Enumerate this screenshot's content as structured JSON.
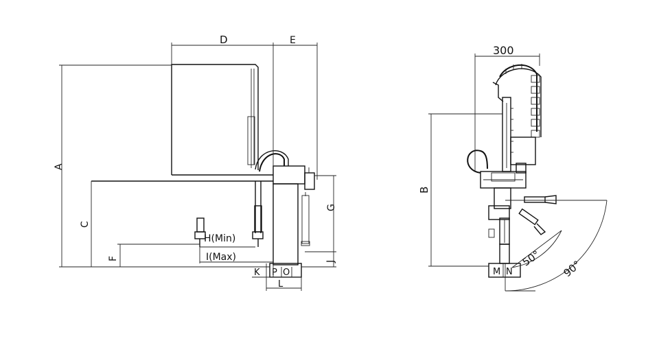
{
  "front_view": {
    "labels": {
      "A": "A",
      "B_unused": "",
      "C": "C",
      "D": "D",
      "E": "E",
      "F": "F",
      "G": "G",
      "H": "H(Min)",
      "I": "I(Max)",
      "J": "J",
      "K": "K",
      "L": "L",
      "O": "O",
      "P": "P"
    }
  },
  "side_view": {
    "labels": {
      "width": "300",
      "B": "B",
      "M": "M",
      "N": "N",
      "angle_small": "50°",
      "angle_large": "90°"
    }
  }
}
